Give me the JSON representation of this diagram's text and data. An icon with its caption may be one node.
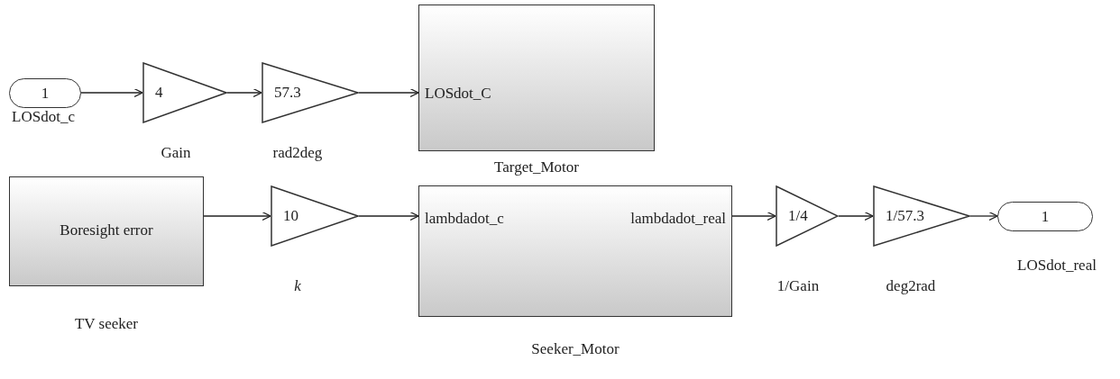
{
  "diagram": {
    "nodes": [
      {
        "text": [
          "1"
        ],
        "beside": [
          "LOSdot_c"
        ]
      },
      {
        "text": [
          "4"
        ],
        "beside": [
          "Gain"
        ]
      },
      {
        "text": [
          "57.3"
        ],
        "beside": [
          "rad2deg"
        ]
      },
      {
        "text": [
          "LOSdot_C"
        ],
        "beside": [
          "Target_Motor"
        ]
      },
      {
        "text": [
          "Boresight error"
        ],
        "beside": [
          "TV seeker"
        ]
      },
      {
        "text": [
          "10"
        ],
        "beside": [
          "k"
        ]
      },
      {
        "text": [
          "lambdadot_c",
          "lambdadot_real"
        ],
        "beside": [
          "Seeker_Motor"
        ]
      },
      {
        "text": [
          "1/4"
        ],
        "beside": [
          "1/Gain"
        ]
      },
      {
        "text": [
          "1/57.3"
        ],
        "beside": [
          "deg2rad"
        ]
      },
      {
        "text": [
          "1"
        ],
        "beside": [
          "LOSdot_real"
        ]
      }
    ],
    "edges": [
      {
        "from": 0,
        "to": 1,
        "arrow": "to"
      },
      {
        "from": 1,
        "to": 2,
        "arrow": "to"
      },
      {
        "from": 2,
        "to": 3,
        "arrow": "to"
      },
      {
        "from": 4,
        "to": 5,
        "arrow": "to"
      },
      {
        "from": 5,
        "to": 6,
        "arrow": "to"
      },
      {
        "from": 6,
        "to": 7,
        "arrow": "to"
      },
      {
        "from": 7,
        "to": 8,
        "arrow": "to"
      },
      {
        "from": 8,
        "to": 9,
        "arrow": "to"
      }
    ]
  }
}
